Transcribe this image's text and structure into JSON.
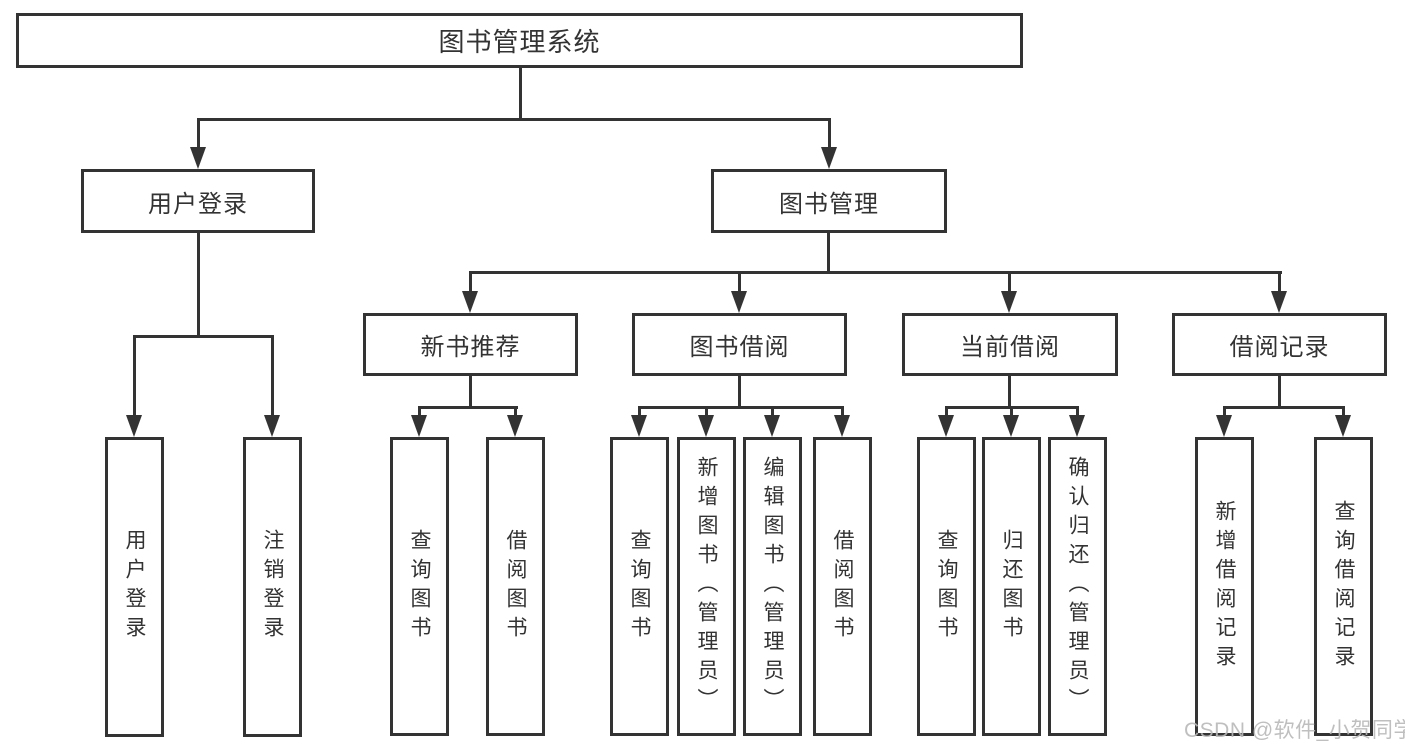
{
  "diagram": {
    "root": {
      "label": "图书管理系统"
    },
    "level2": [
      {
        "label": "用户登录"
      },
      {
        "label": "图书管理"
      }
    ],
    "level3": [
      {
        "label": "新书推荐"
      },
      {
        "label": "图书借阅"
      },
      {
        "label": "当前借阅"
      },
      {
        "label": "借阅记录"
      }
    ],
    "leaves": {
      "user_login": [
        "用户登录",
        "注销登录"
      ],
      "new_book": [
        "查询图书",
        "借阅图书"
      ],
      "borrow": [
        "查询图书",
        "新增图书（管理员）",
        "编辑图书（管理员）",
        "借阅图书"
      ],
      "current": [
        "查询图书",
        "归还图书",
        "确认归还（管理员）"
      ],
      "records": [
        "新增借阅记录",
        "查询借阅记录"
      ]
    },
    "watermark": "CSDN @软件_小贺同学",
    "colors": {
      "line": "#333333",
      "box_background": "#ffffff",
      "text": "#333333",
      "watermark": "#b9b9b9"
    }
  }
}
